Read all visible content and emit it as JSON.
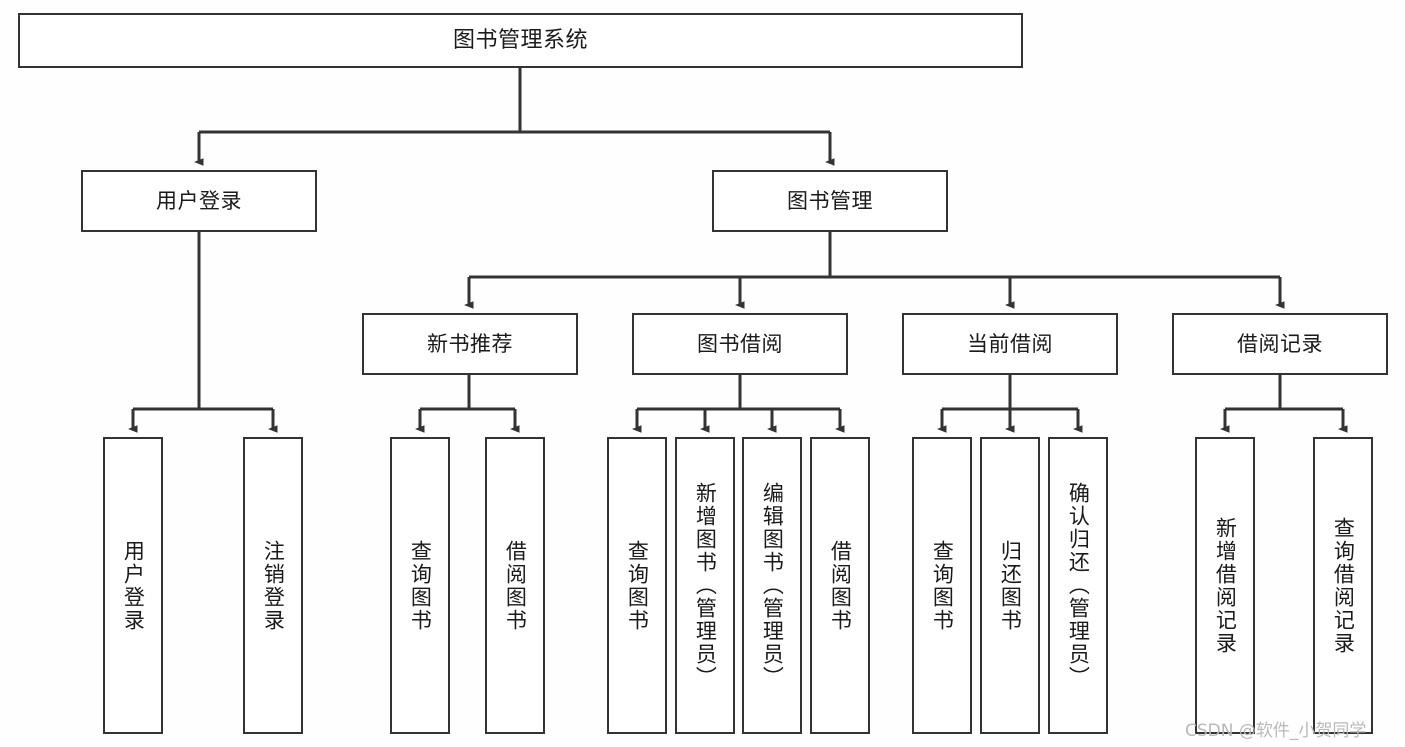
{
  "diagram": {
    "title": "图书管理系统",
    "watermark": "CSDN @软件_小贺同学",
    "colors": {
      "background": "#fefefe",
      "box_fill": "#ffffff",
      "box_border": "#333333",
      "connector": "#333333",
      "text": "#1a1a1a",
      "watermark": "#b9b9b9"
    },
    "levels": {
      "level1": "系统",
      "level2": "主模块",
      "level3": "子模块",
      "level4": "功能项"
    }
  },
  "nodes": {
    "root": {
      "label": "图书管理系统"
    },
    "level2": [
      {
        "label": "用户登录"
      },
      {
        "label": "图书管理"
      }
    ],
    "level3": [
      {
        "label": "新书推荐"
      },
      {
        "label": "图书借阅"
      },
      {
        "label": "当前借阅"
      },
      {
        "label": "借阅记录"
      }
    ],
    "leaves": {
      "user_login": [
        {
          "label": "用户登录"
        },
        {
          "label": "注销登录"
        }
      ],
      "new_book": [
        {
          "label": "查询图书"
        },
        {
          "label": "借阅图书"
        }
      ],
      "book_borrow": [
        {
          "label": "查询图书"
        },
        {
          "label": "新增图书（管理员）"
        },
        {
          "label": "编辑图书（管理员）"
        },
        {
          "label": "借阅图书"
        }
      ],
      "current_borrow": [
        {
          "label": "查询图书"
        },
        {
          "label": "归还图书"
        },
        {
          "label": "确认归还（管理员）"
        }
      ],
      "borrow_record": [
        {
          "label": "新增借阅记录"
        },
        {
          "label": "查询借阅记录"
        }
      ]
    }
  }
}
